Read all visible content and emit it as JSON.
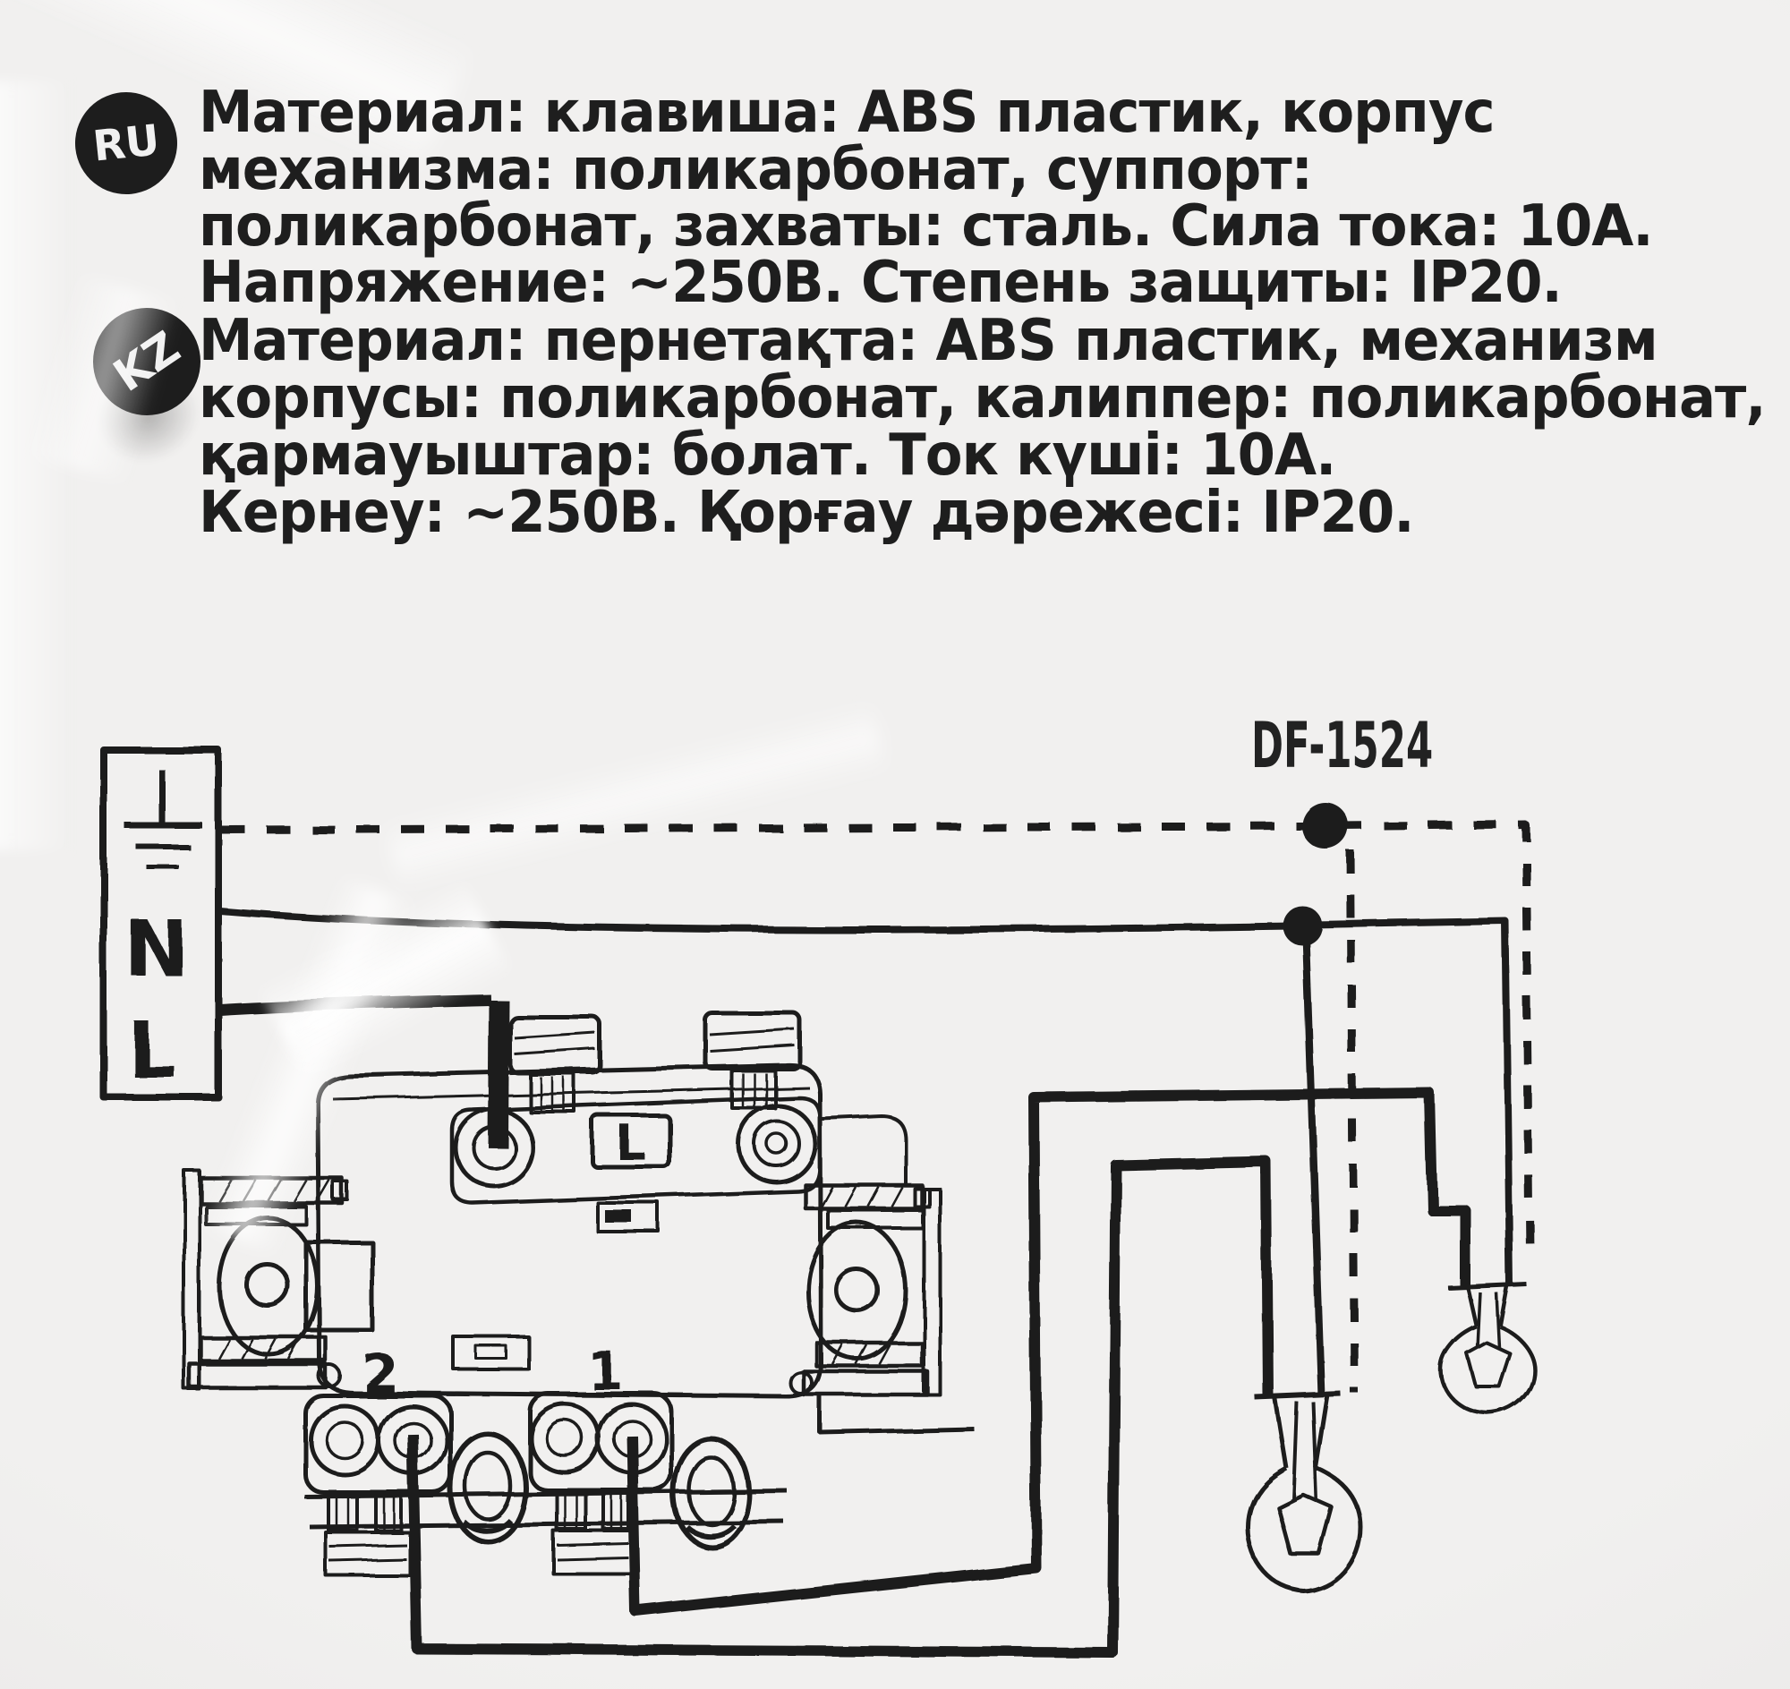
{
  "ru_section": {
    "badge": "RU",
    "lines": [
      "Материал: клавиша: ABS пластик, корпус",
      "механизма: поликарбонат, суппорт:",
      "поликарбонат, захваты: сталь. Сила тока: 10А.",
      "Напряжение: ~250В. Степень защиты: IP20."
    ]
  },
  "kz_section": {
    "badge": "KZ",
    "lines": [
      "Материал: пернетақта: ABS пластик, механизм",
      "корпусы: поликарбонат, калиппер: поликарбонат,",
      "қармауыштар: болат. Ток күші: 10А.",
      "Кернеу: ~250В. Қорғау дәрежесі: IP20."
    ]
  },
  "diagram": {
    "model": "DF-1524",
    "supply_box": {
      "neutral_label": "N",
      "line_label": "L"
    },
    "switch": {
      "common_terminal_label": "L",
      "output_terminal_labels": [
        "2",
        "1"
      ]
    },
    "colors": {
      "ink": "#1f1f1f",
      "background": "#eeedec"
    }
  }
}
